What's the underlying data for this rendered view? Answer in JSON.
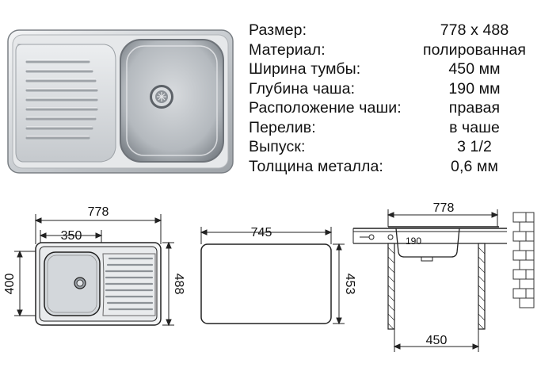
{
  "specs": [
    {
      "label": "Размер:",
      "value": "778 x 488"
    },
    {
      "label": "Материал:",
      "value": "полированная"
    },
    {
      "label": "Ширина тумбы:",
      "value": "450 мм"
    },
    {
      "label": "Глубина чаша:",
      "value": "190 мм"
    },
    {
      "label": "Расположение чаши:",
      "value": "правая"
    },
    {
      "label": "Перелив:",
      "value": "в чаше"
    },
    {
      "label": "Выпуск:",
      "value": "3 1/2"
    },
    {
      "label": "Толщина металла:",
      "value": "0,6 мм"
    }
  ],
  "top_view": {
    "overall_width": "778",
    "bowl_width": "350",
    "bowl_depth_side": "400",
    "overall_depth": "488"
  },
  "cutout": {
    "width": "745",
    "depth": "453"
  },
  "side_view": {
    "width": "778",
    "bowl_depth": "190",
    "cabinet_width": "450"
  },
  "colors": {
    "steel_light": "#e4e6e8",
    "steel_mid": "#c4c8cc",
    "steel_dark": "#8a8f95",
    "line": "#222222"
  }
}
